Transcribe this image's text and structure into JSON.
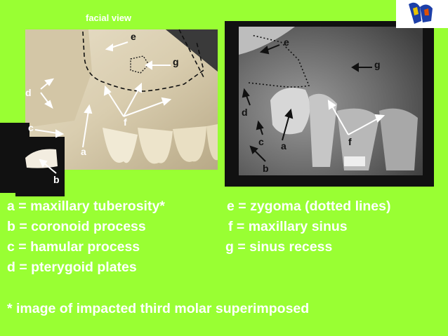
{
  "left_image": {
    "caption": "facial view",
    "labels": {
      "a": "a",
      "b": "b",
      "c": "c",
      "d": "d",
      "e": "e",
      "f": "f",
      "g": "g"
    }
  },
  "right_image": {
    "labels": {
      "a": "a",
      "b": "b",
      "c": "c",
      "d": "d",
      "e": "e",
      "f": "f",
      "g": "g"
    }
  },
  "legend": {
    "a": "a = maxillary tuberosity*",
    "b": "b = coronoid process",
    "c": "c = hamular process",
    "d": "d = pterygoid plates",
    "e": "e = zygoma (dotted lines)",
    "f": "f = maxillary sinus",
    "g": "g = sinus recess",
    "note": "* image of impacted third molar superimposed"
  },
  "colors": {
    "background": "#99ff33",
    "text": "#ffffff"
  }
}
